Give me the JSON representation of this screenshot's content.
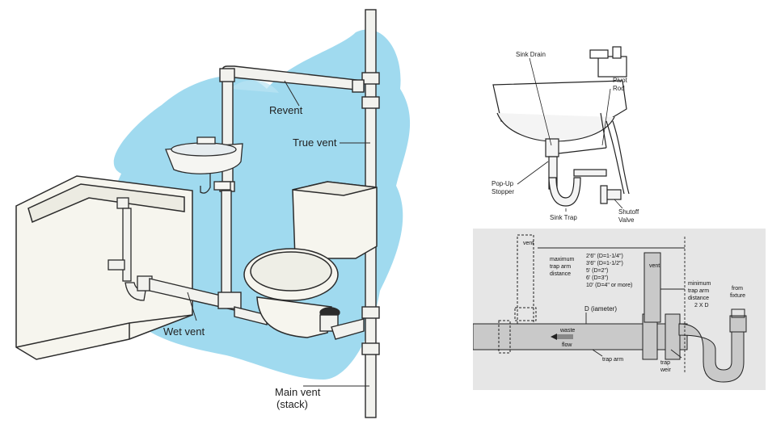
{
  "left_diagram": {
    "labels": {
      "revent": "Revent",
      "true_vent": "True vent",
      "wet_vent": "Wet vent",
      "main_vent_line1": "Main vent",
      "main_vent_line2": "(stack)"
    },
    "colors": {
      "water_wash": "#8fd3ec",
      "pipe_fill": "#f2f2ee",
      "outline": "#2b2b2b"
    }
  },
  "sink_diagram": {
    "labels": {
      "sink_drain": "Sink Drain",
      "pivot_line1": "Pivot",
      "pivot_line2": "Rod",
      "popup_line1": "Pop-Up",
      "popup_line2": "Stopper",
      "sink_trap": "Sink Trap",
      "shutoff_line1": "Shutoff",
      "shutoff_line2": "Valve"
    }
  },
  "trap_diagram": {
    "labels": {
      "vent_left": "vent",
      "vent_right": "vent",
      "max_line1": "maximum",
      "max_line2": "trap arm",
      "max_line3": "distance",
      "table_rows": [
        "2'6\" (D=1-1/4\")",
        "3'6\" (D=1-1/2\")",
        "5'    (D=2\")",
        "6'    (D=3\")",
        "10'  (D=4\" or more)"
      ],
      "min_line1": "minimum",
      "min_line2": "trap arm",
      "min_line3": "distance",
      "min_line4": "2 X D",
      "diameter": "D (iameter)",
      "waste": "waste",
      "flow": "flow",
      "trap_arm": "trap arm",
      "weir_line1": "trap",
      "weir_line2": "weir",
      "fixture_line1": "from",
      "fixture_line2": "fixture"
    },
    "colors": {
      "background": "#e6e6e6",
      "pipe": "#c9c9c9",
      "line": "#222222"
    }
  }
}
